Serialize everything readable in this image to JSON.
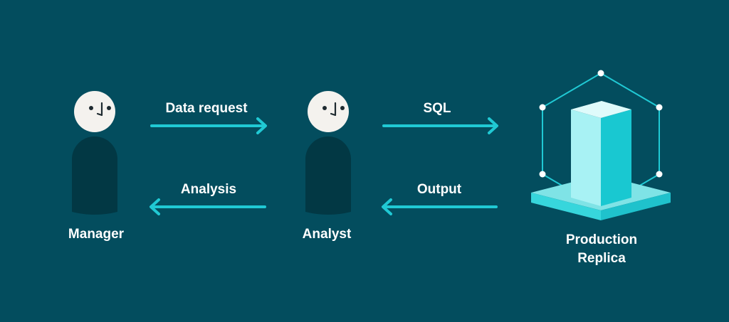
{
  "colors": {
    "background": "#034d5e",
    "arrow": "#20c9d4",
    "head": "#f4f2ee",
    "body": "#023844",
    "face_features": "#1e2a30",
    "building_front": "#a8f2f4",
    "building_side": "#19c8d1",
    "building_top": "#dffbfb",
    "platform_top": "#7fe3e6",
    "platform_side": "#2bd0d6",
    "hexagon": "#20c9d4",
    "hexagon_node": "#ffffff"
  },
  "nodes": {
    "manager": {
      "label": "Manager"
    },
    "analyst": {
      "label": "Analyst"
    },
    "replica": {
      "label_line1": "Production",
      "label_line2": "Replica"
    }
  },
  "edges": {
    "data_request": {
      "label": "Data request",
      "from": "Manager",
      "to": "Analyst"
    },
    "sql": {
      "label": "SQL",
      "from": "Analyst",
      "to": "Production Replica"
    },
    "output": {
      "label": "Output",
      "from": "Production Replica",
      "to": "Analyst"
    },
    "analysis": {
      "label": "Analysis",
      "from": "Analyst",
      "to": "Manager"
    }
  }
}
